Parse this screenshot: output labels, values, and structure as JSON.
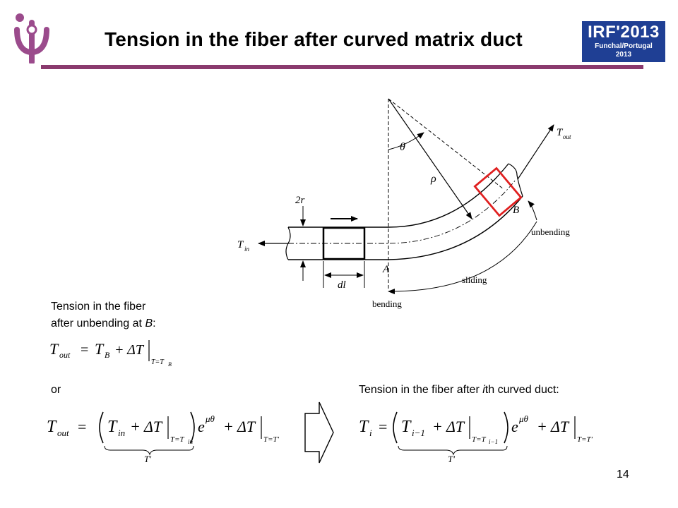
{
  "slide": {
    "title": "Tension in the fiber after curved matrix duct",
    "badge": {
      "line1": "IRF'2013",
      "line2": "Funchal/Portugal",
      "line3": "2013"
    },
    "page_number": "14"
  },
  "figure": {
    "labels": {
      "t_out": "T",
      "t_out_sub": "out",
      "t_in": "T",
      "t_in_sub": "in",
      "theta": "θ",
      "rho": "ρ",
      "two_r": "2r",
      "point_b": "B",
      "point_a": "A",
      "dl": "dl",
      "unbending": "unbending",
      "sliding": "sliding",
      "bending": "bending"
    }
  },
  "text": {
    "unbending_line1": "Tension in the fiber",
    "unbending_line2_prefix": "after unbending at ",
    "unbending_line2_point": "B",
    "unbending_line2_suffix": ":",
    "or": "or",
    "ith_prefix": "Tension in the fiber after ",
    "ith_italic": "i",
    "ith_suffix": "th curved duct:"
  },
  "equations": {
    "eq1": {
      "lhs": "T",
      "lhs_sub": "out",
      "equals": "=",
      "term1": "T",
      "term1_sub": "B",
      "plus": "+ ΔT",
      "cond": "T=T",
      "cond_sub": "B"
    },
    "eq2": {
      "lhs": "T",
      "lhs_sub": "out",
      "equals": "=",
      "term1": "T",
      "term1_sub": "in",
      "plus": "+ ΔT",
      "cond1": "T=T",
      "cond1_sub": "in",
      "exp_base": "e",
      "exp_pow": "μθ",
      "plus2": "+ ΔT",
      "cond2": "T=T′",
      "under": "T′"
    },
    "eq3": {
      "lhs": "T",
      "lhs_sub": "i",
      "equals": "=",
      "term1": "T",
      "term1_sub": "i−1",
      "plus": "+ ΔT",
      "cond1": "T=T",
      "cond1_sub": "i−1",
      "exp_base": "e",
      "exp_pow": "μθ",
      "plus2": "+ ΔT",
      "cond2": "T=T′",
      "under": "T′"
    }
  }
}
